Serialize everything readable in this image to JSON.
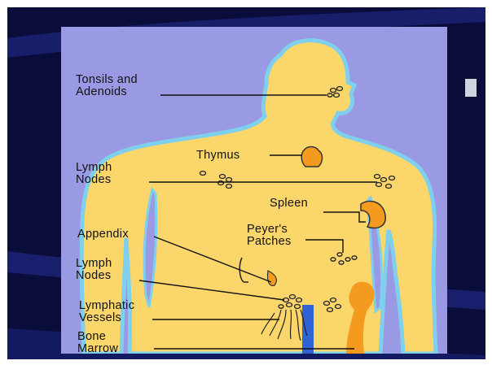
{
  "diagram": {
    "labels": {
      "tonsils_line1": "Tonsils and",
      "tonsils_line2": "Adenoids",
      "thymus": "Thymus",
      "lymph_nodes_upper_line1": "Lymph",
      "lymph_nodes_upper_line2": "Nodes",
      "spleen": "Spleen",
      "peyers_line1": "Peyer's",
      "peyers_line2": "Patches",
      "appendix": "Appendix",
      "lymph_nodes_lower_line1": "Lymph",
      "lymph_nodes_lower_line2": "Nodes",
      "lymphatic_line1": "Lymphatic",
      "lymphatic_line2": "Vessels",
      "bone_line1": "Bone",
      "bone_line2": "Marrow"
    },
    "colors": {
      "slide_background": "#0a0c3a",
      "panel_background": "#9a99e4",
      "body_fill": "#fbd66a",
      "body_outline": "#7fd0ec",
      "organ_fill": "#f39a1f",
      "bone_fill": "#f39a1f",
      "vessel_blue": "#2f63d6"
    }
  }
}
